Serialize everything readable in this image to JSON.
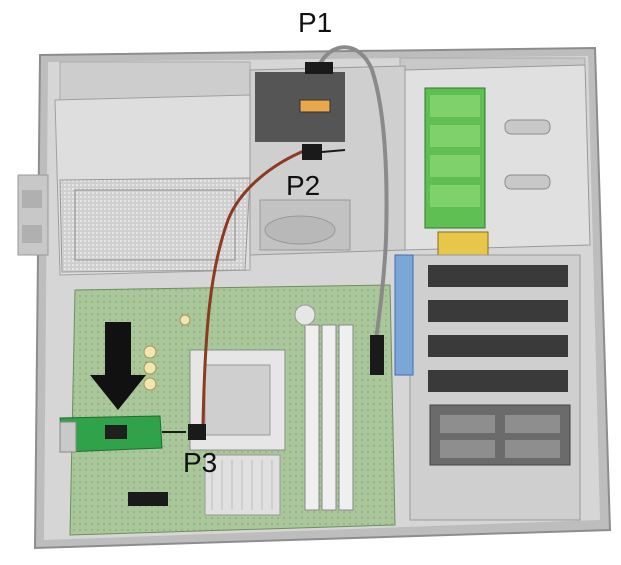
{
  "labels": {
    "p1": "P1",
    "p2": "P2",
    "p3": "P3"
  },
  "colors": {
    "background": "#ffffff",
    "chassis": "#d6d6d6",
    "chassis_dark": "#9a9a9a",
    "board_green": "#a9c79a",
    "card_green": "#2fa24a",
    "riser_green": "#58b84e",
    "cable_gray": "#8a8a8a",
    "cable_brown": "#8b3b20",
    "arrow": "#111111",
    "connector": "#1a1a1a",
    "blue_slot": "#7aa6d8",
    "yellow_connector": "#e8c64a"
  },
  "icons": {
    "install_arrow": "arrow-down-icon"
  }
}
